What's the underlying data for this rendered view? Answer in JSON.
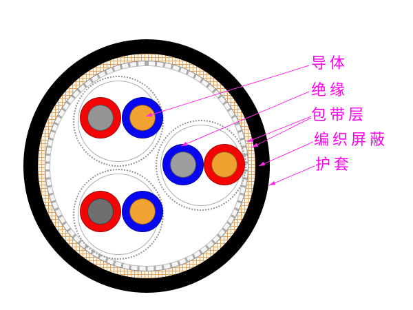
{
  "labels": {
    "conductor": "导体",
    "insulation": "绝缘",
    "tape_layer": "包带层",
    "braided_shield": "编织屏蔽",
    "sheath": "护套"
  },
  "colors": {
    "label_text": "#ff00ee",
    "leader_line": "#ff2ae8",
    "sheath_black": "#000000",
    "braid_line": "#dfa567",
    "braid_bg": "#fcf4e4",
    "tape_dash": "#ababab",
    "tape_bg": "#f5f5f5",
    "pair_wrap": "#909090",
    "interior_bg": "#ffffff"
  },
  "pairs": [
    {
      "name": "pair-top-left",
      "wires": [
        {
          "insulation": "#f40404",
          "conductor": "#949494"
        },
        {
          "insulation": "#0808f0",
          "conductor": "#f0a232"
        }
      ]
    },
    {
      "name": "pair-middle-right",
      "wires": [
        {
          "insulation": "#0808f0",
          "conductor": "#9e9e9e"
        },
        {
          "insulation": "#f40404",
          "conductor": "#efa12f"
        }
      ]
    },
    {
      "name": "pair-bottom-left",
      "wires": [
        {
          "insulation": "#f40404",
          "conductor": "#6f6f6f"
        },
        {
          "insulation": "#0808f0",
          "conductor": "#f0a232"
        }
      ]
    }
  ]
}
